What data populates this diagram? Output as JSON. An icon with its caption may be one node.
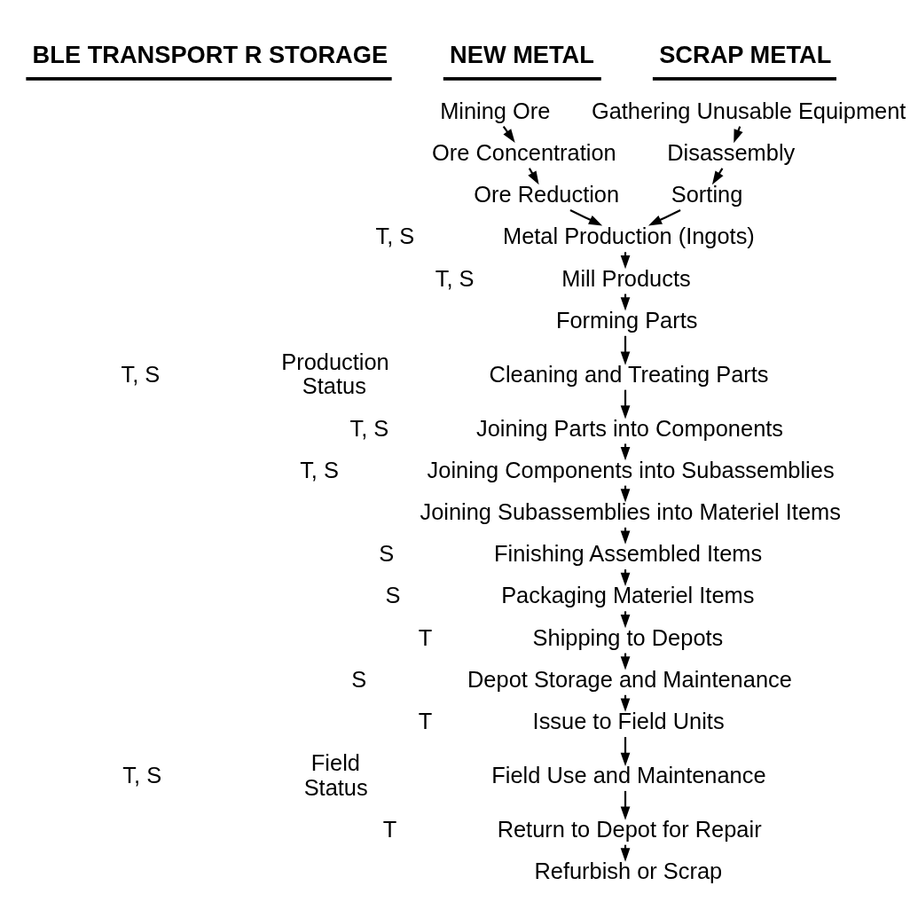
{
  "diagram": {
    "nodes": [
      {
        "text": [
          "Mining Ore"
        ]
      },
      {
        "text": [
          "Ore Concentration"
        ]
      },
      {
        "text": [
          "Ore Reduction"
        ]
      },
      {
        "text": [
          "Gathering Unusable Equipment"
        ]
      },
      {
        "text": [
          "Disassembly"
        ]
      },
      {
        "text": [
          "Sorting"
        ]
      },
      {
        "text": [
          "Metal Production (Ingots)"
        ]
      },
      {
        "text": [
          "Mill Products"
        ]
      },
      {
        "text": [
          "Forming Parts"
        ]
      },
      {
        "text": [
          "Cleaning and Treating Parts"
        ]
      },
      {
        "text": [
          "Joining Parts into Components"
        ]
      },
      {
        "text": [
          "Joining Components into Subassemblies"
        ]
      },
      {
        "text": [
          "Joining Subassemblies into Materiel Items"
        ]
      },
      {
        "text": [
          "Finishing Assembled Items"
        ]
      },
      {
        "text": [
          "Packaging Materiel Items"
        ]
      },
      {
        "text": [
          "Shipping to Depots"
        ]
      },
      {
        "text": [
          "Depot Storage and Maintenance"
        ]
      },
      {
        "text": [
          "Issue to Field Units"
        ]
      },
      {
        "text": [
          "Field Use and Maintenance"
        ]
      },
      {
        "text": [
          "Return to Depot for Repair"
        ]
      },
      {
        "text": [
          "Refurbish or Scrap"
        ]
      }
    ],
    "edges": [
      {
        "from": 0,
        "to": 1,
        "arrow": "to"
      },
      {
        "from": 1,
        "to": 2,
        "arrow": "to"
      },
      {
        "from": 2,
        "to": 6,
        "arrow": "to"
      },
      {
        "from": 3,
        "to": 4,
        "arrow": "to"
      },
      {
        "from": 4,
        "to": 5,
        "arrow": "to"
      },
      {
        "from": 5,
        "to": 6,
        "arrow": "to"
      },
      {
        "from": 6,
        "to": 7,
        "arrow": "to"
      },
      {
        "from": 7,
        "to": 8,
        "arrow": "to"
      },
      {
        "from": 8,
        "to": 9,
        "arrow": "to"
      },
      {
        "from": 9,
        "to": 10,
        "arrow": "to"
      },
      {
        "from": 10,
        "to": 11,
        "arrow": "to"
      },
      {
        "from": 11,
        "to": 12,
        "arrow": "to"
      },
      {
        "from": 12,
        "to": 13,
        "arrow": "to"
      },
      {
        "from": 13,
        "to": 14,
        "arrow": "to"
      },
      {
        "from": 14,
        "to": 15,
        "arrow": "to"
      },
      {
        "from": 15,
        "to": 16,
        "arrow": "to"
      },
      {
        "from": 16,
        "to": 17,
        "arrow": "to"
      },
      {
        "from": 17,
        "to": 18,
        "arrow": "to"
      },
      {
        "from": 18,
        "to": 19,
        "arrow": "to"
      },
      {
        "from": 19,
        "to": 20,
        "arrow": "to"
      }
    ],
    "labels": [
      "BLE TRANSPORT R STORAGE",
      "NEW METAL",
      "SCRAP METAL",
      "T, S",
      "T, S",
      "T, S",
      "Production Status",
      "T, S",
      "T, S",
      "S",
      "S",
      "T",
      "S",
      "T",
      "T, S",
      "Field Status",
      "T"
    ]
  }
}
